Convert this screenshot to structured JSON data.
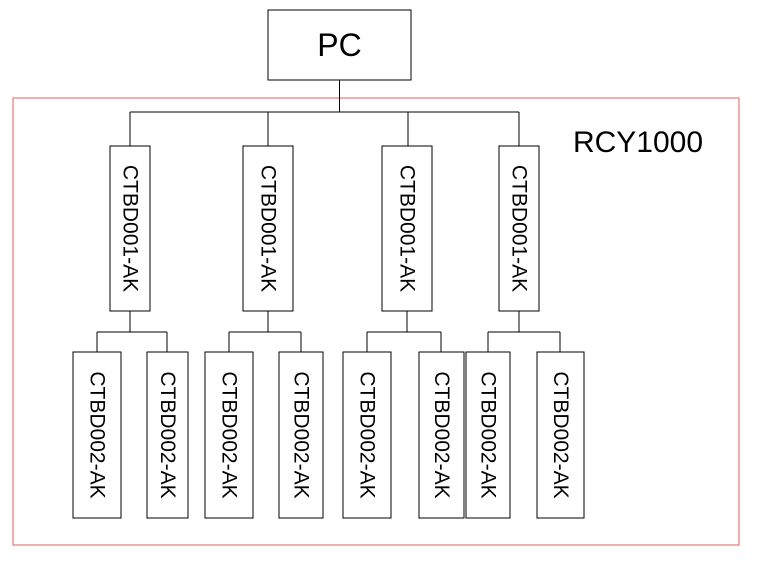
{
  "root": {
    "label": "PC"
  },
  "group": {
    "label": "RCY1000",
    "color": "#ff0000"
  },
  "level1": [
    {
      "label": "CTBD001-AK",
      "children": [
        {
          "label": "CTBD002-AK"
        },
        {
          "label": "CTBD002-AK"
        }
      ]
    },
    {
      "label": "CTBD001-AK",
      "children": [
        {
          "label": "CTBD002-AK"
        },
        {
          "label": "CTBD002-AK"
        }
      ]
    },
    {
      "label": "CTBD001-AK",
      "children": [
        {
          "label": "CTBD002-AK"
        },
        {
          "label": "CTBD002-AK"
        }
      ]
    },
    {
      "label": "CTBD001-AK",
      "children": [
        {
          "label": "CTBD002-AK"
        },
        {
          "label": "CTBD002-AK"
        }
      ]
    }
  ],
  "colors": {
    "line": "#000000",
    "box_border": "#000000",
    "group_border": "#e06060"
  }
}
